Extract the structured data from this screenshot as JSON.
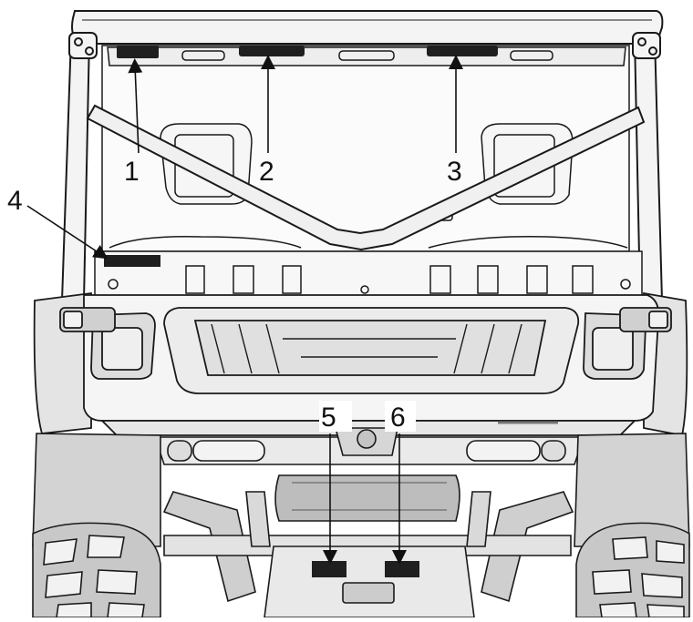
{
  "callouts": [
    {
      "id": "1",
      "label": "1"
    },
    {
      "id": "2",
      "label": "2"
    },
    {
      "id": "3",
      "label": "3"
    },
    {
      "id": "4",
      "label": "4"
    },
    {
      "id": "5",
      "label": "5"
    },
    {
      "id": "6",
      "label": "6"
    }
  ],
  "colors": {
    "line": "#1a1a1a",
    "body_fill": "#f3f3f3",
    "shade_fill": "#d9d9d9",
    "dark_fill": "#9a9a9a",
    "label_patch": "#1f1f1f"
  }
}
